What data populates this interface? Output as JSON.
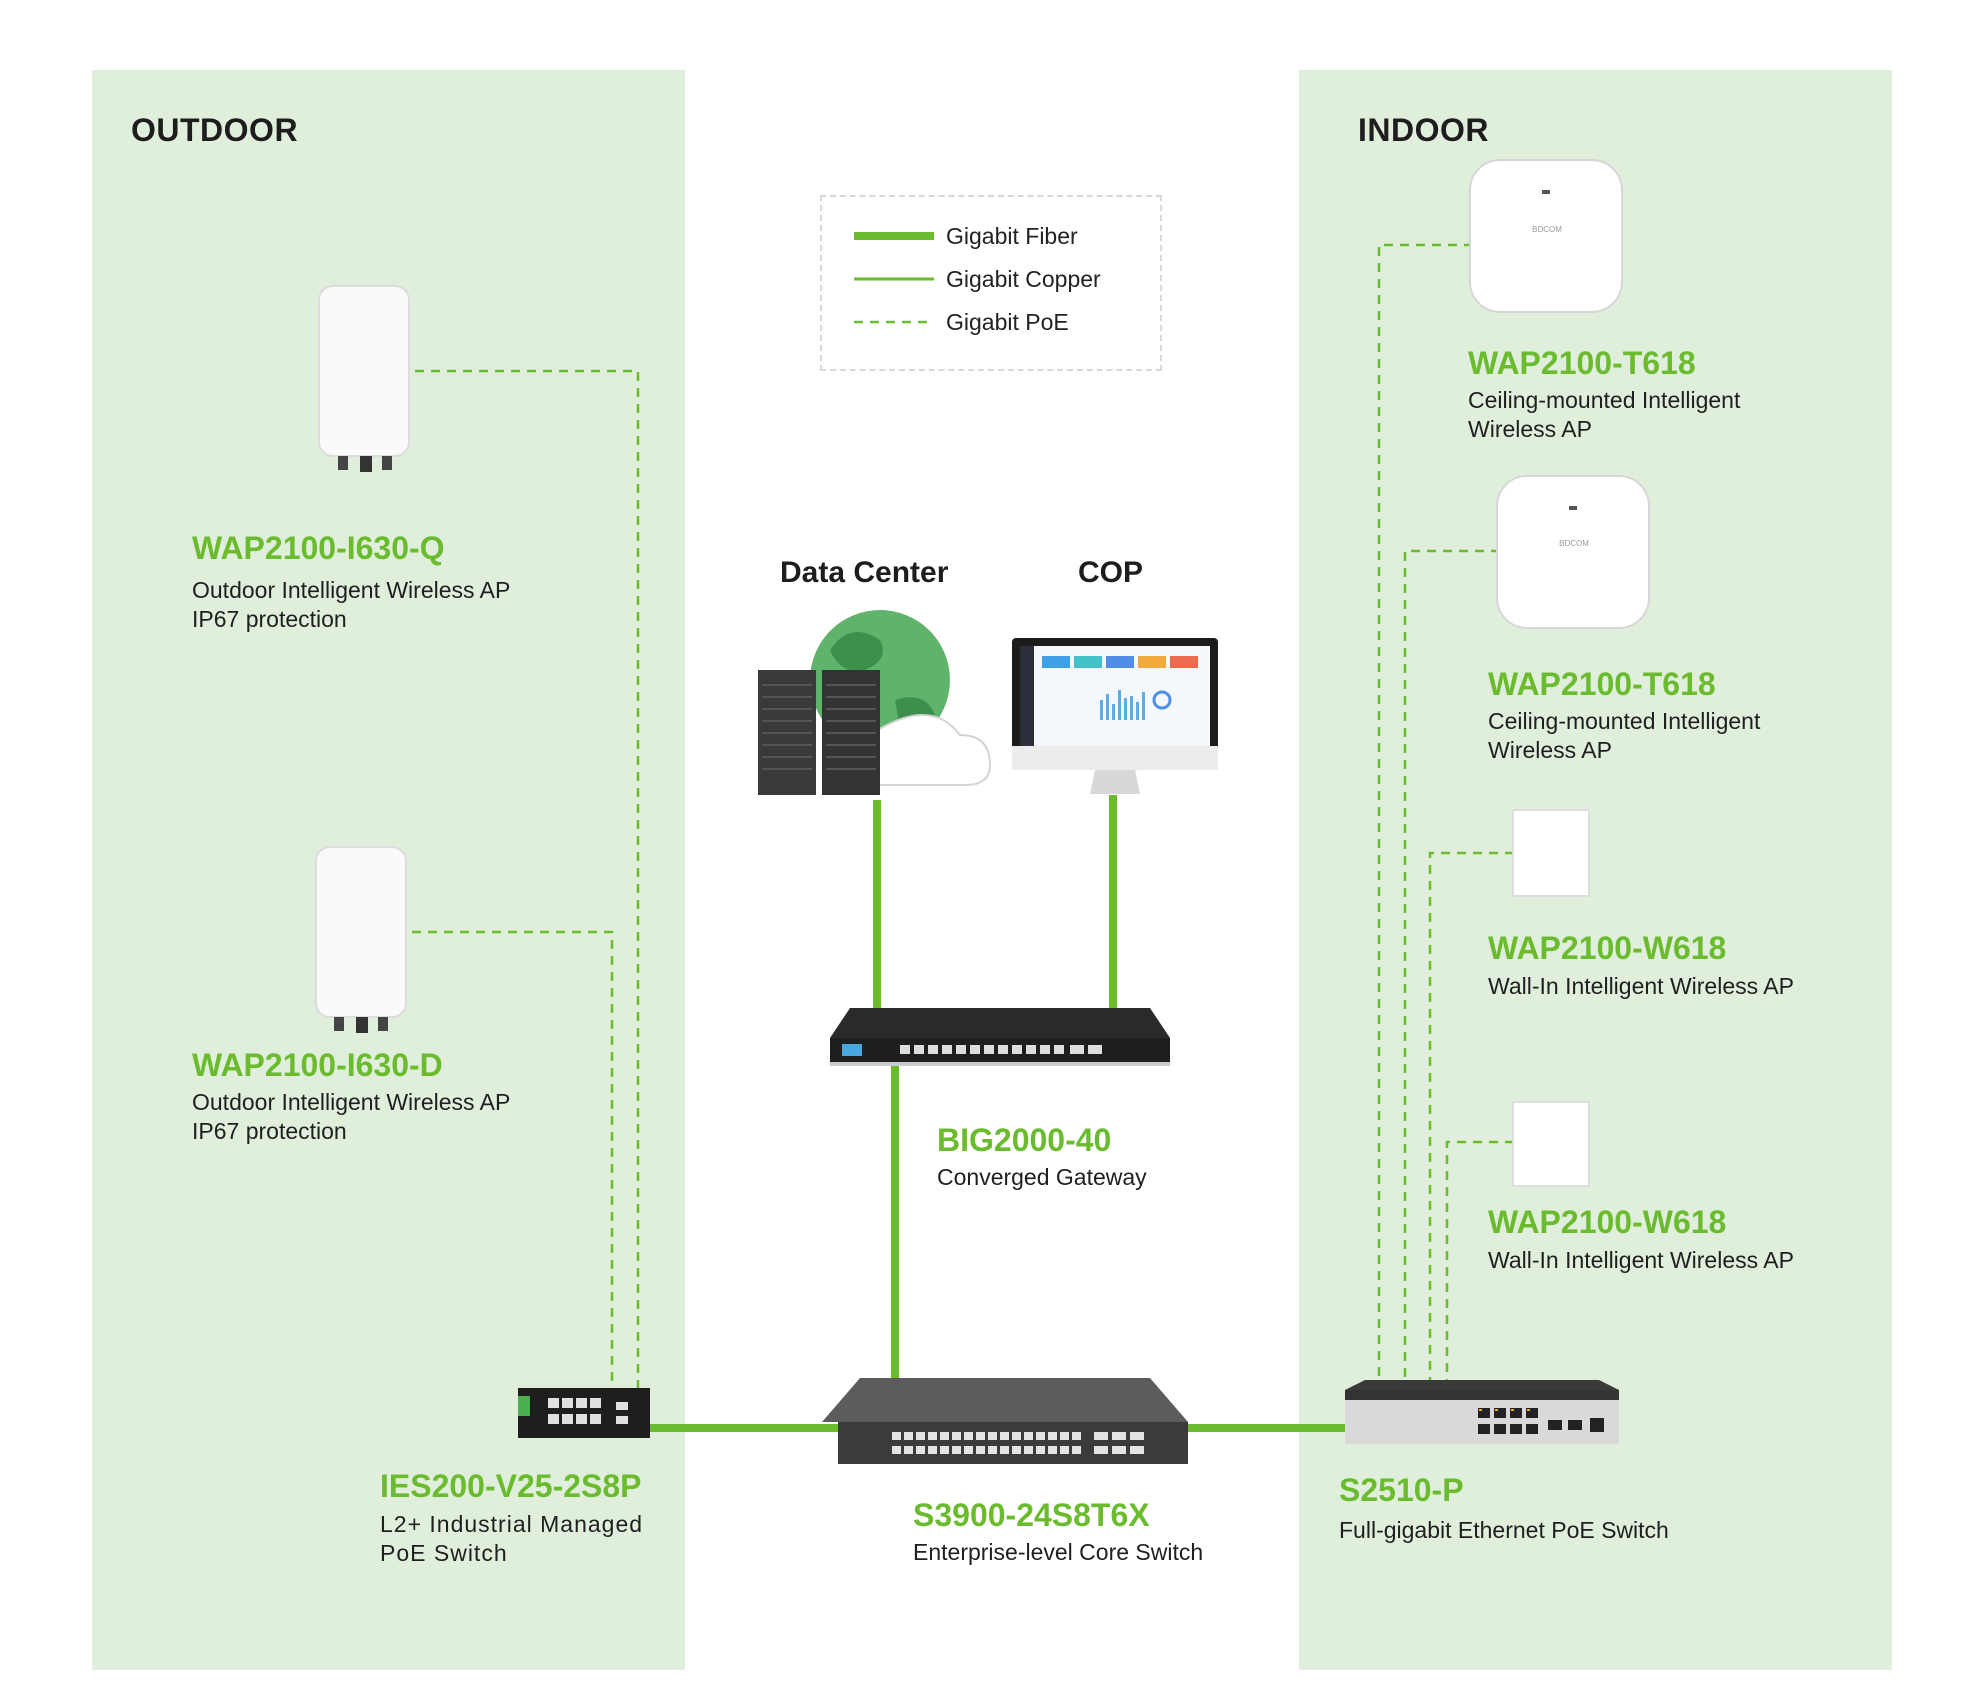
{
  "zones": {
    "outdoor": {
      "title": "OUTDOOR"
    },
    "indoor": {
      "title": "INDOOR"
    }
  },
  "legend": [
    {
      "label": "Gigabit Fiber",
      "style": "thick"
    },
    {
      "label": "Gigabit Copper",
      "style": "thin"
    },
    {
      "label": "Gigabit PoE",
      "style": "dashed"
    }
  ],
  "top_nodes": {
    "data_center": "Data Center",
    "cop": "COP"
  },
  "devices": {
    "outdoor_ap_q": {
      "model": "WAP2100-I630-Q",
      "desc": [
        "Outdoor Intelligent Wireless AP",
        "IP67 protection"
      ]
    },
    "outdoor_ap_d": {
      "model": "WAP2100-I630-D",
      "desc": [
        "Outdoor Intelligent Wireless AP",
        "IP67 protection"
      ]
    },
    "industrial_switch": {
      "model": "IES200-V25-2S8P",
      "desc": [
        "L2+ Industrial Managed",
        "PoE Switch"
      ]
    },
    "gateway": {
      "model": "BIG2000-40",
      "desc": [
        "Converged Gateway"
      ]
    },
    "core_switch": {
      "model": "S3900-24S8T6X",
      "desc": [
        "Enterprise-level Core Switch"
      ]
    },
    "poe_switch": {
      "model": "S2510-P",
      "desc": [
        "Full-gigabit Ethernet PoE Switch"
      ]
    },
    "indoor_ap_1": {
      "model": "WAP2100-T618",
      "desc": [
        "Ceiling-mounted Intelligent",
        "Wireless AP"
      ]
    },
    "indoor_ap_2": {
      "model": "WAP2100-T618",
      "desc": [
        "Ceiling-mounted Intelligent",
        "Wireless AP"
      ]
    },
    "wall_ap_1": {
      "model": "WAP2100-W618",
      "desc": [
        "Wall-In Intelligent Wireless AP"
      ]
    },
    "wall_ap_2": {
      "model": "WAP2100-W618",
      "desc": [
        "Wall-In Intelligent Wireless AP"
      ]
    }
  },
  "colors": {
    "green": "#6bbb2e",
    "zone_bg": "#e0efdc",
    "dark": "#1d1d1d"
  }
}
